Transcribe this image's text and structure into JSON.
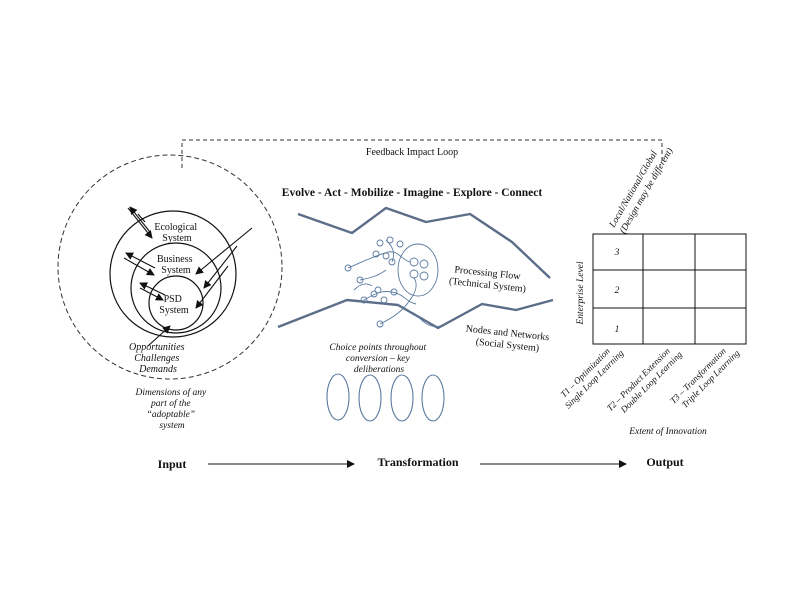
{
  "feedback_loop": "Feedback Impact Loop",
  "header_phrase": "Evolve - Act - Mobilize - Imagine - Explore - Connect",
  "input_section": {
    "ecological": [
      "Ecological",
      "System"
    ],
    "business": [
      "Business",
      "System"
    ],
    "psd": [
      "PSD",
      "System"
    ],
    "pressures": [
      "Opportunities",
      "Challenges",
      "Demands"
    ],
    "dimensions": [
      "Dimensions of any",
      "part of the",
      "“adoptable”",
      "system"
    ]
  },
  "transformation_section": {
    "processing": [
      "Processing Flow",
      "(Technical System)"
    ],
    "nodes": [
      "Nodes and Networks",
      "(Social System)"
    ],
    "choice_points": [
      "Choice points throughout",
      "conversion – key",
      "deliberations"
    ]
  },
  "output_section": {
    "scope_label": [
      "Local/National/Global",
      "(Design may be different)"
    ],
    "enterprise_level": "Enterprise Level",
    "levels": [
      "3",
      "2",
      "1"
    ],
    "columns": [
      [
        "T1 – Optimization",
        "Single Loop Learning"
      ],
      [
        "T2 – Product Extension",
        "Double Loop Learning"
      ],
      [
        "T3 – Transformation",
        "Triple Loop Learning"
      ]
    ],
    "extent": "Extent of Innovation"
  },
  "flow": {
    "input": "Input",
    "transformation": "Transformation",
    "output": "Output"
  }
}
